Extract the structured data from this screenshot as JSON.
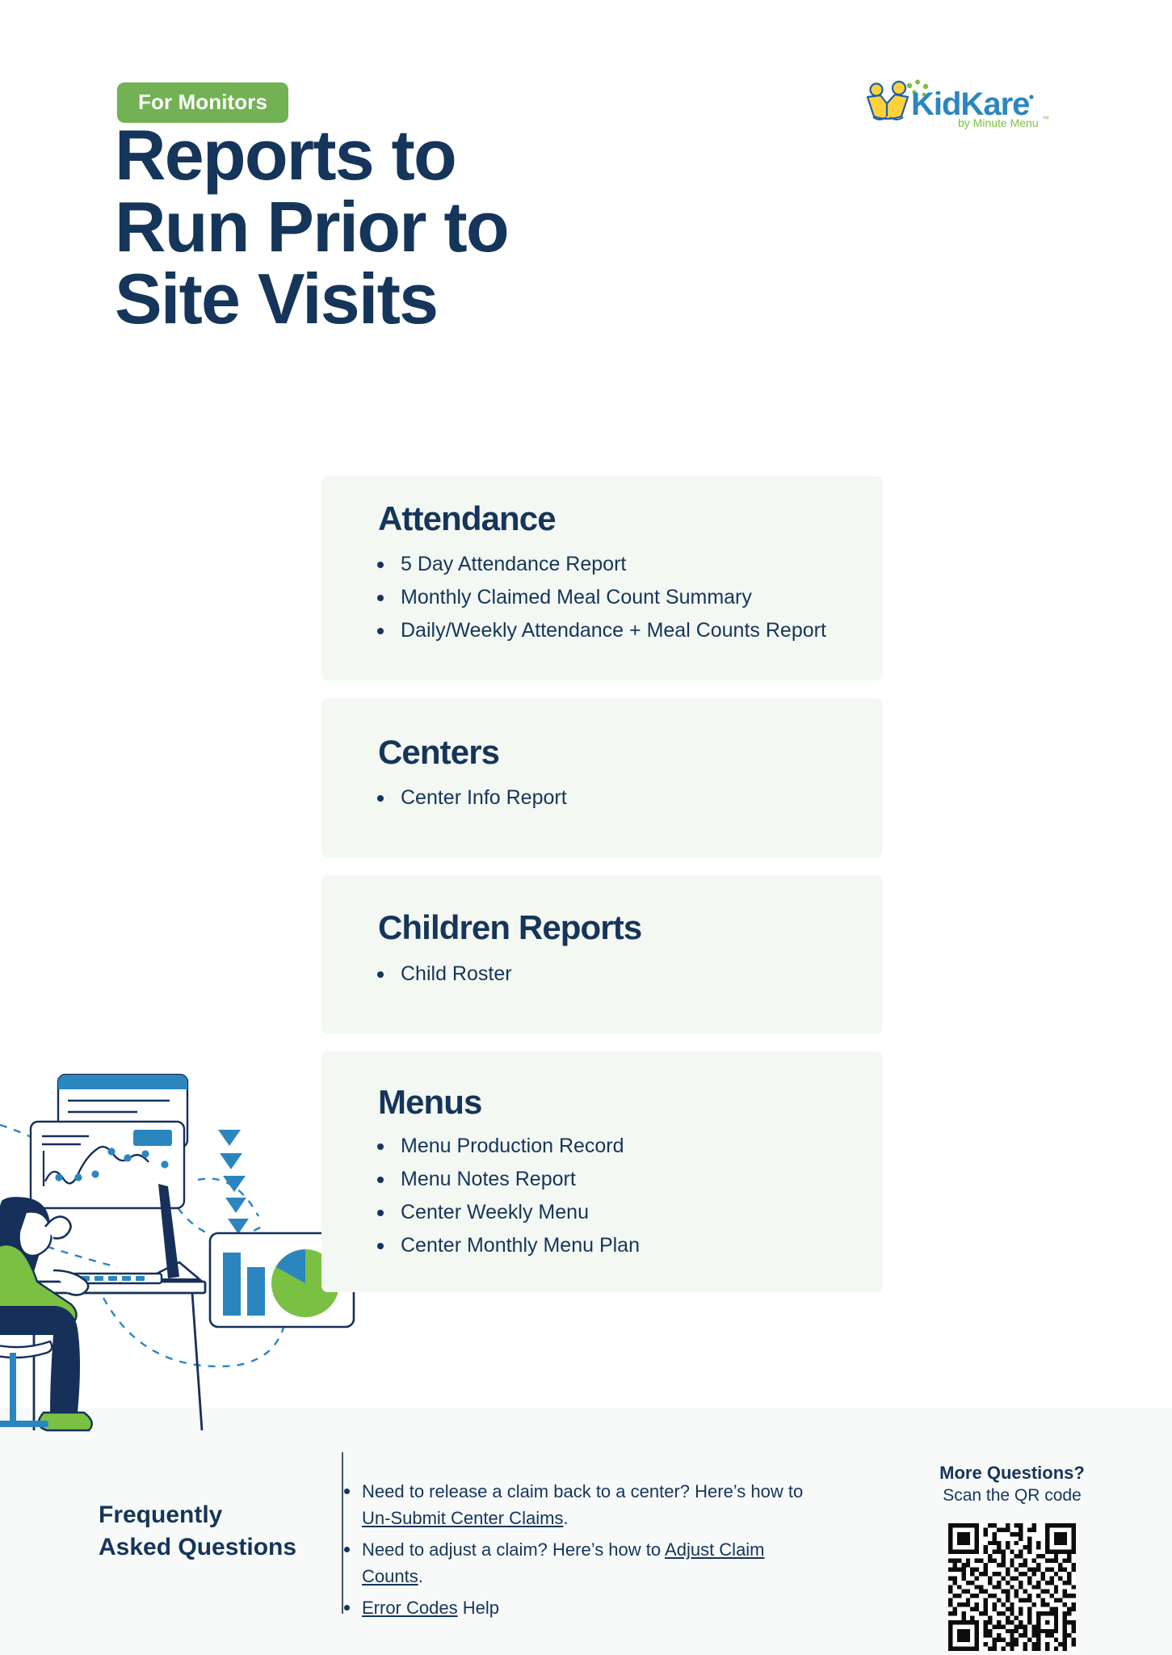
{
  "header": {
    "badge": "For Monitors",
    "title": "Reports to\nRun Prior to\nSite Visits",
    "logo_name": "KidKare",
    "logo_tagline": "by Minute Menu"
  },
  "colors": {
    "navy": "#15355a",
    "green": "#72b254",
    "blue": "#2b86c0",
    "card_bg": "#f4f8f3",
    "footer_bg": "#f8fafa"
  },
  "sections": [
    {
      "heading": "Attendance",
      "items": [
        "5 Day Attendance Report",
        "Monthly Claimed Meal Count Summary",
        "Daily/Weekly Attendance + Meal Counts Report"
      ]
    },
    {
      "heading": "Centers",
      "items": [
        "Center Info Report"
      ]
    },
    {
      "heading": "Children Reports",
      "items": [
        "Child Roster"
      ]
    },
    {
      "heading": "Menus",
      "items": [
        "Menu Production Record",
        "Menu Notes Report",
        "Center Weekly Menu",
        "Center Monthly Menu Plan"
      ]
    }
  ],
  "faq": {
    "title": "Frequently\nAsked Questions",
    "items": [
      {
        "prefix": "Need to release a claim back to a center? Here’s how to ",
        "link": "Un-Submit Center Claims",
        "suffix": "."
      },
      {
        "prefix": "Need to adjust a claim? Here’s how to ",
        "link": "Adjust Claim Counts",
        "suffix": "."
      },
      {
        "prefix": "",
        "link": "Error Codes",
        "suffix": " Help"
      }
    ]
  },
  "qr": {
    "title": "More Questions?",
    "subtitle": "Scan the QR code",
    "icon": "qr-code"
  }
}
